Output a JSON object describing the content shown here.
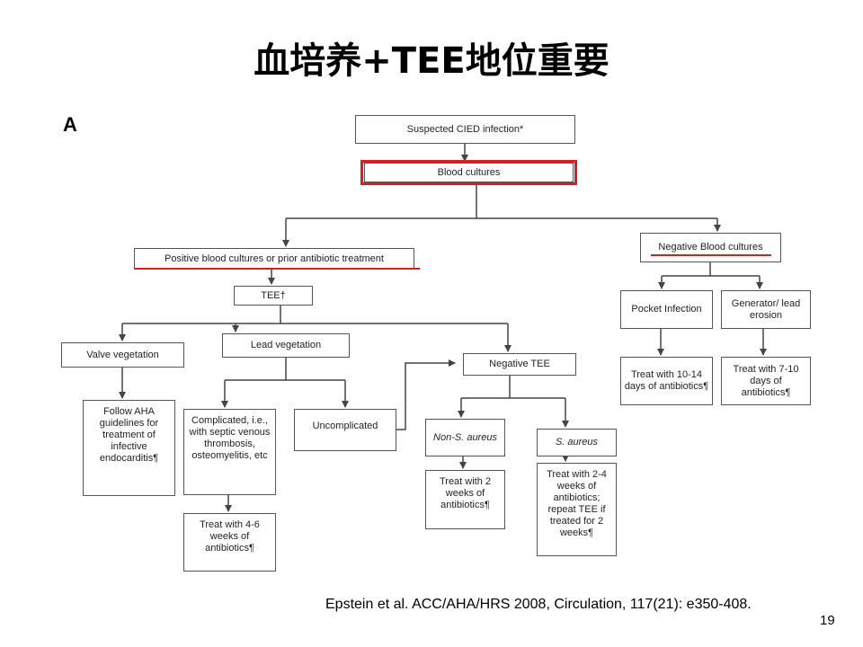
{
  "slide": {
    "title": "血培养+TEE地位重要",
    "panel_letter": "A",
    "citation": "Epstein et al. ACC/AHA/HRS 2008, Circulation, 117(21): e350-408.",
    "page_number": "19"
  },
  "colors": {
    "highlight": "#d42020",
    "box_border": "#555555",
    "text": "#222222"
  },
  "nodes": {
    "suspected": "Suspected CIED infection*",
    "blood_cultures": "Blood cultures",
    "positive": "Positive blood cultures or prior antibiotic treatment",
    "negative_cultures": "Negative Blood cultures",
    "tee": "TEE†",
    "pocket": "Pocket Infection",
    "generator": "Generator/ lead erosion",
    "valve": "Valve vegetation",
    "lead": "Lead vegetation",
    "negative_tee": "Negative TEE",
    "treat_pocket": "Treat with 10-14 days of antibiotics¶",
    "treat_generator": "Treat with 7-10 days of antibiotics¶",
    "aha": "Follow AHA guidelines for treatment of infective endocarditis¶",
    "complicated": "Complicated, i.e., with septic venous thrombosis, osteomyelitis, etc",
    "uncomplicated": "Uncomplicated",
    "non_s_aureus": "Non-S. aureus",
    "s_aureus": "S. aureus",
    "treat_2wk": "Treat with 2 weeks of antibiotics¶",
    "treat_2_4wk": "Treat with 2-4 weeks of antibiotics; repeat TEE if treated for 2 weeks¶",
    "treat_4_6wk": "Treat with 4-6 weeks of antibiotics¶"
  }
}
